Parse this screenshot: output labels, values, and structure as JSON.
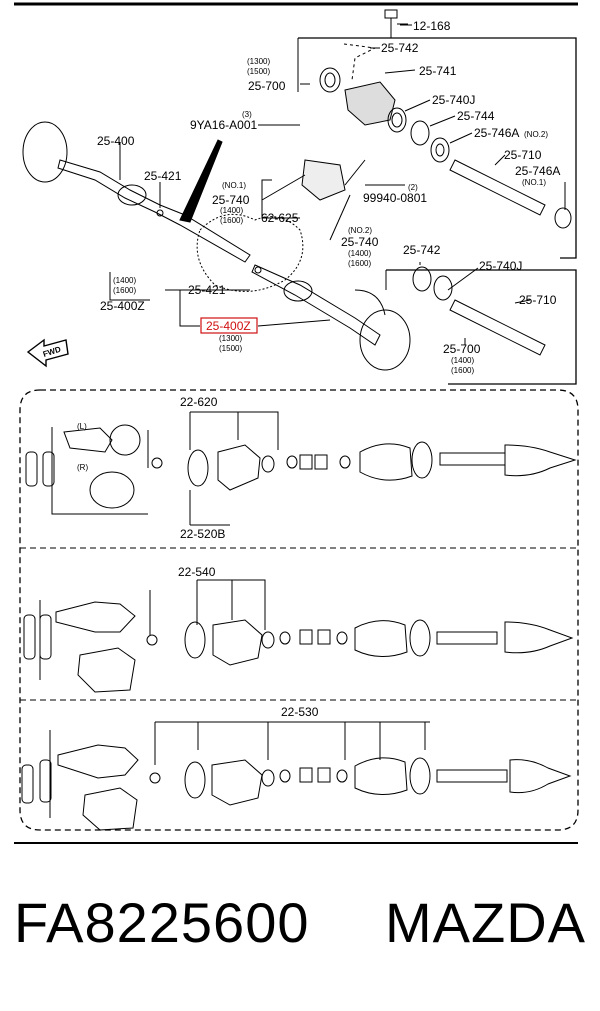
{
  "footer": {
    "part_number": "FA8225600",
    "brand": "MAZDA"
  },
  "labels": {
    "l_12_168": "12-168",
    "l_25_742a": "25-742",
    "l_1300a": "(1300)",
    "l_1500a": "(1500)",
    "l_25_700a": "25-700",
    "l_25_741": "25-741",
    "l_3": "(3)",
    "l_9ya16": "9YA16-A001",
    "l_25_740j_a": "25-740J",
    "l_25_744": "25-744",
    "l_25_746a": "25-746A",
    "l_no2a": "(NO.2)",
    "l_25_400": "25-400",
    "l_25_710a": "25-710",
    "l_25_421a": "25-421",
    "l_no1a": "(NO.1)",
    "l_25_740a": "25-740",
    "l_1400a": "(1400)",
    "l_1600a": "(1600)",
    "l_25_746a2": "25-746A",
    "l_no1b": "(NO.1)",
    "l_2": "(2)",
    "l_99940": "99940-0801",
    "l_62_625": "62-625",
    "l_no2b": "(NO.2)",
    "l_25_740b": "25-740",
    "l_1400b": "(1400)",
    "l_1600b": "(1600)",
    "l_25_742b": "25-742",
    "l_25_740j_b": "25-740J",
    "l_1400c": "(1400)",
    "l_1600c": "(1600)",
    "l_25_400z": "25-400Z",
    "l_25_421b": "25-421",
    "l_25_710b": "25-710",
    "l_25_400z_hl": "25-400Z",
    "l_1300b": "(1300)",
    "l_1500b": "(1500)",
    "l_25_700b": "25-700",
    "l_1400d": "(1400)",
    "l_1600d": "(1600)",
    "l_fwd": "FWD",
    "l_L": "(L)",
    "l_R": "(R)",
    "l_22_620": "22-620",
    "l_22_520b": "22-520B",
    "l_22_540": "22-540",
    "l_22_530": "22-530"
  }
}
